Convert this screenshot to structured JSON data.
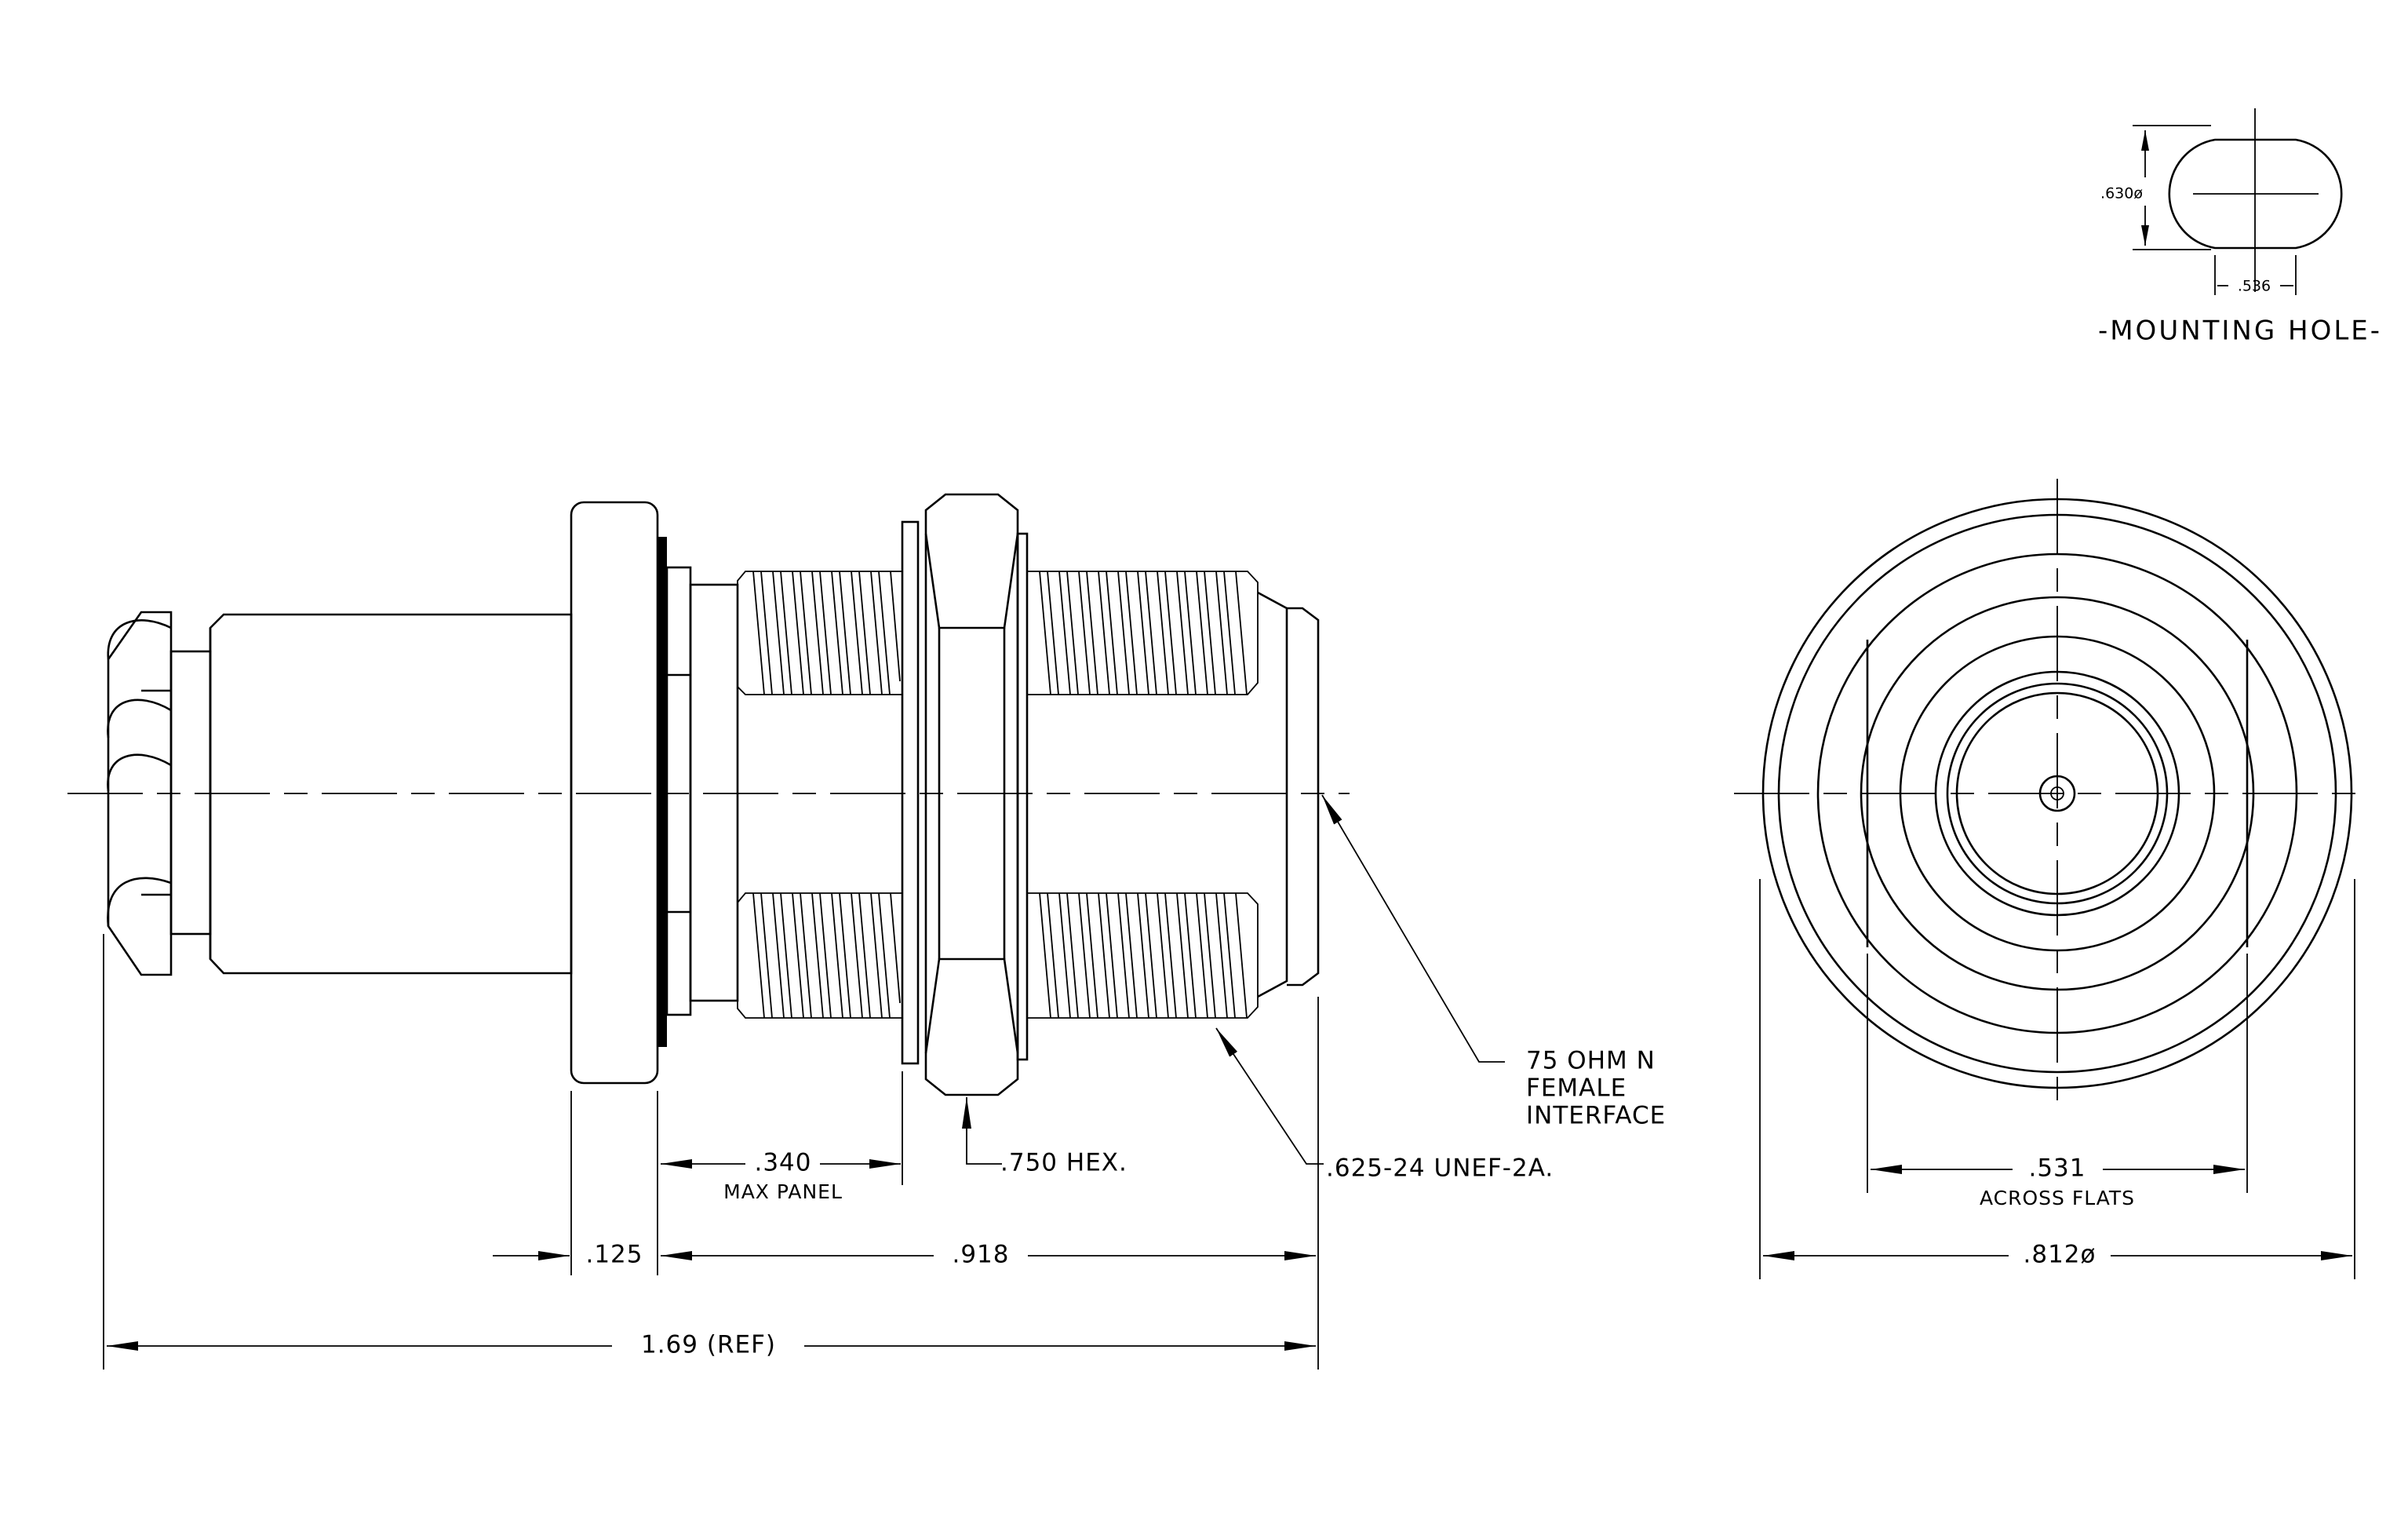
{
  "mounting_hole": {
    "title": "-MOUNTING HOLE-",
    "diameter": ".630ø",
    "flats": ".536"
  },
  "side_view": {
    "panel_thickness": ".340",
    "panel_note": "MAX PANEL",
    "hex": ".750 HEX.",
    "thread": ".625-24 UNEF-2A.",
    "interface_line1": "75 OHM N",
    "interface_line2": "FEMALE",
    "interface_line3": "INTERFACE",
    "flange": ".125",
    "body_length": ".918",
    "overall_length": "1.69 (REF)"
  },
  "end_view": {
    "across_flats": ".531",
    "across_flats_note": "ACROSS FLATS",
    "diameter": ".812ø"
  }
}
